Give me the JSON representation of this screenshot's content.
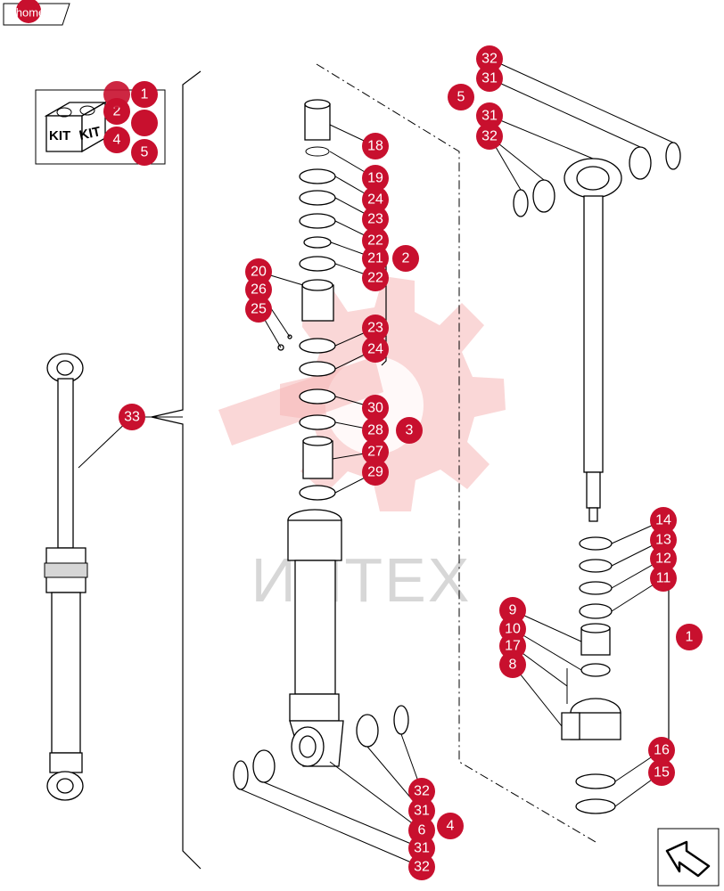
{
  "nav": {
    "home_label": "home"
  },
  "kit_labels": [
    "KIT",
    "KIT"
  ],
  "watermark": {
    "text": "ИНТЕХ",
    "color": "#f4a9a9"
  },
  "callout_color": "#c8102e",
  "callouts": {
    "kit_1": "1",
    "kit_2": "2",
    "kit_4": "4",
    "kit_5": "5",
    "c33": "33",
    "c18": "18",
    "c19": "19",
    "c24a": "24",
    "c23a": "23",
    "c22a": "22",
    "c21": "21",
    "c2": "2",
    "c22b": "22",
    "c20": "20",
    "c26": "26",
    "c25": "25",
    "c23b": "23",
    "c24b": "24",
    "c30": "30",
    "c28": "28",
    "c3": "3",
    "c27": "27",
    "c29": "29",
    "r32a": "32",
    "r31a": "31",
    "r5": "5",
    "r31b": "31",
    "r32b": "32",
    "c14": "14",
    "c13": "13",
    "c12": "12",
    "c11": "11",
    "c1": "1",
    "c9": "9",
    "c10": "10",
    "c17": "17",
    "c8": "8",
    "c16": "16",
    "c15": "15",
    "b32a": "32",
    "b31a": "31",
    "b4": "4",
    "b6": "6",
    "b31b": "31",
    "b32b": "32"
  }
}
